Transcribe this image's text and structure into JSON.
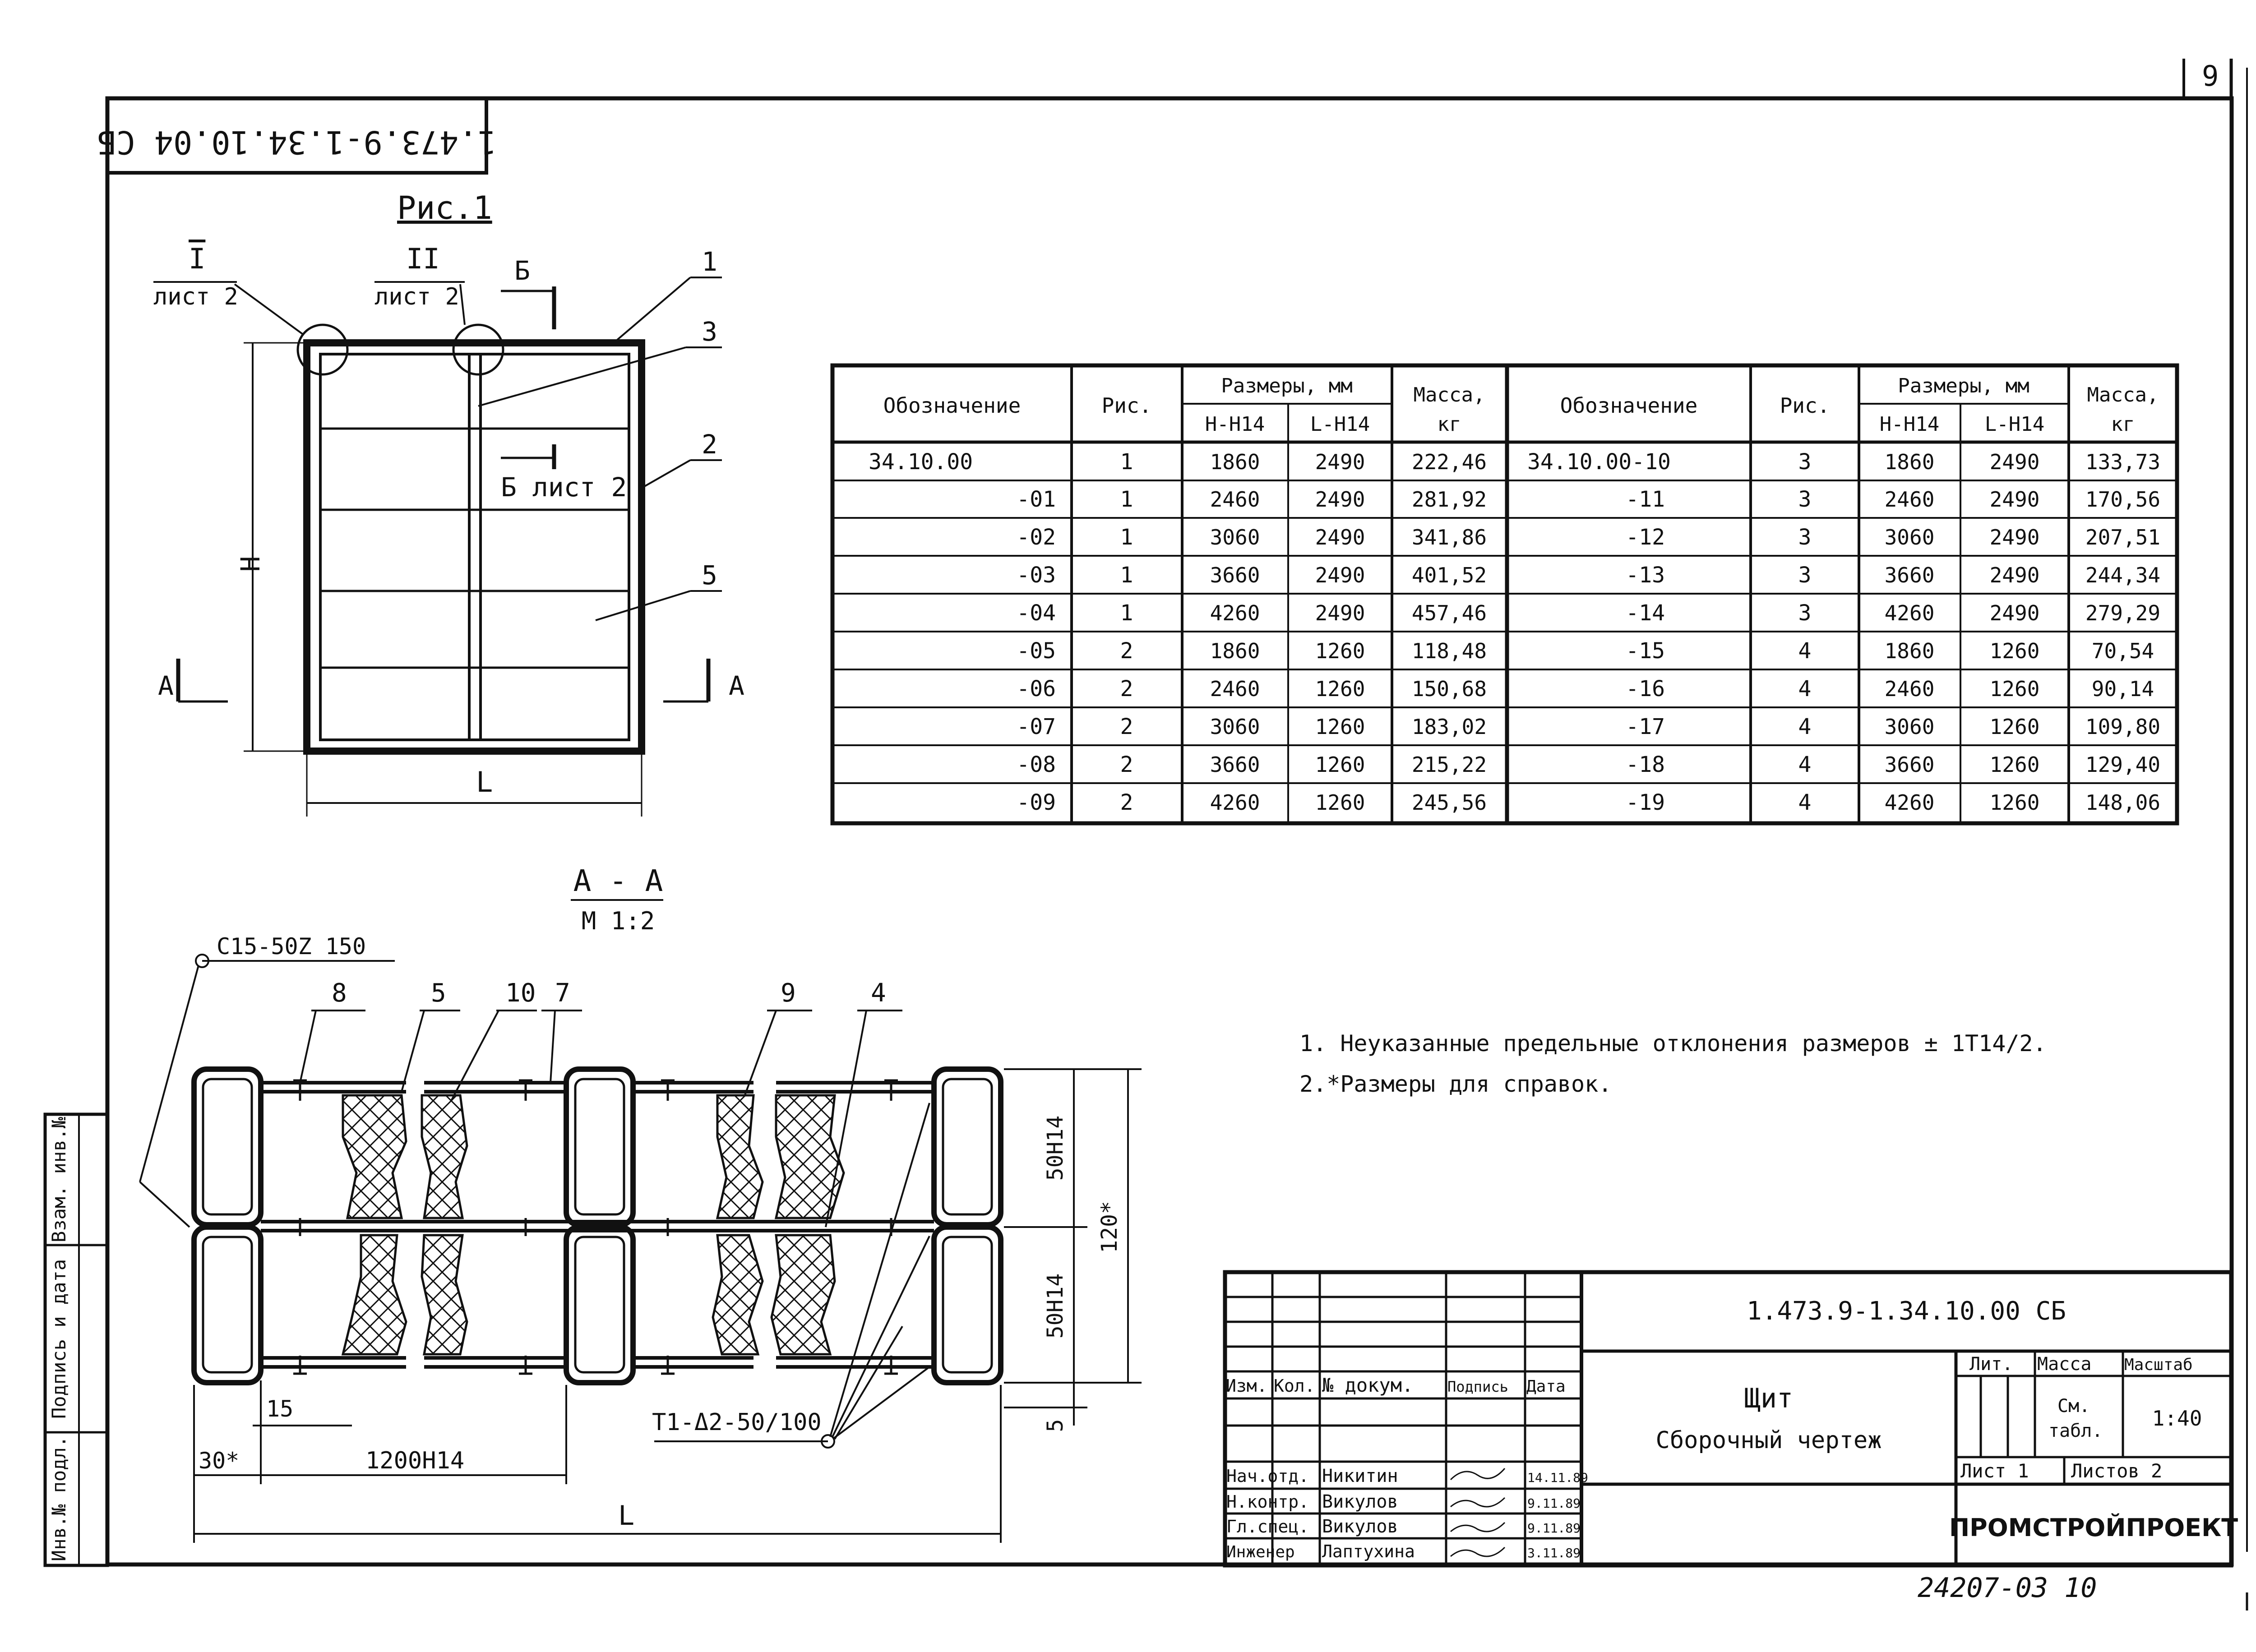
{
  "sheet_number": "9",
  "rotated_stamp": "1.473.9-1.34.10.04 СБ",
  "fig1": {
    "title": "Рис.1",
    "callout_1_roman": "I",
    "callout_1_sheet": "лист 2",
    "callout_2_roman": "II",
    "callout_2_sheet": "лист 2",
    "section_b_top": "Б",
    "section_b_label": "Б лист 2",
    "pos_1": "1",
    "pos_2": "2",
    "pos_3": "3",
    "pos_5": "5",
    "dim_h": "Н",
    "dim_l": "L",
    "section_a_left": "А",
    "section_a_right": "А"
  },
  "table": {
    "headers": {
      "designation": "Обозначение",
      "fig": "Рис.",
      "sizes": "Размеры, мм",
      "h": "Н-Н14",
      "l": "L-Н14",
      "mass": "Масса,",
      "mass_unit": "кг"
    },
    "left_rows": [
      {
        "d": "34.10.00",
        "fig": "1",
        "h": "1860",
        "l": "2490",
        "m": "222,46"
      },
      {
        "d": "-01",
        "fig": "1",
        "h": "2460",
        "l": "2490",
        "m": "281,92"
      },
      {
        "d": "-02",
        "fig": "1",
        "h": "3060",
        "l": "2490",
        "m": "341,86"
      },
      {
        "d": "-03",
        "fig": "1",
        "h": "3660",
        "l": "2490",
        "m": "401,52"
      },
      {
        "d": "-04",
        "fig": "1",
        "h": "4260",
        "l": "2490",
        "m": "457,46"
      },
      {
        "d": "-05",
        "fig": "2",
        "h": "1860",
        "l": "1260",
        "m": "118,48"
      },
      {
        "d": "-06",
        "fig": "2",
        "h": "2460",
        "l": "1260",
        "m": "150,68"
      },
      {
        "d": "-07",
        "fig": "2",
        "h": "3060",
        "l": "1260",
        "m": "183,02"
      },
      {
        "d": "-08",
        "fig": "2",
        "h": "3660",
        "l": "1260",
        "m": "215,22"
      },
      {
        "d": "-09",
        "fig": "2",
        "h": "4260",
        "l": "1260",
        "m": "245,56"
      }
    ],
    "right_rows": [
      {
        "d": "34.10.00-10",
        "fig": "3",
        "h": "1860",
        "l": "2490",
        "m": "133,73"
      },
      {
        "d": "-11",
        "fig": "3",
        "h": "2460",
        "l": "2490",
        "m": "170,56"
      },
      {
        "d": "-12",
        "fig": "3",
        "h": "3060",
        "l": "2490",
        "m": "207,51"
      },
      {
        "d": "-13",
        "fig": "3",
        "h": "3660",
        "l": "2490",
        "m": "244,34"
      },
      {
        "d": "-14",
        "fig": "3",
        "h": "4260",
        "l": "2490",
        "m": "279,29"
      },
      {
        "d": "-15",
        "fig": "4",
        "h": "1860",
        "l": "1260",
        "m": "70,54"
      },
      {
        "d": "-16",
        "fig": "4",
        "h": "2460",
        "l": "1260",
        "m": "90,14"
      },
      {
        "d": "-17",
        "fig": "4",
        "h": "3060",
        "l": "1260",
        "m": "109,80"
      },
      {
        "d": "-18",
        "fig": "4",
        "h": "3660",
        "l": "1260",
        "m": "129,40"
      },
      {
        "d": "-19",
        "fig": "4",
        "h": "4260",
        "l": "1260",
        "m": "148,06"
      }
    ]
  },
  "notes": [
    "1. Неуказанные предельные отклонения размеров ± 1Т14/2.",
    "2.*Размеры для справок."
  ],
  "section": {
    "title": "А - А",
    "scale": "М 1:2",
    "weld_top": "С15-50Z 150",
    "weld_bottom": "Т1-Δ2-50/100",
    "pos_labels": [
      "8",
      "5",
      "10",
      "7",
      "9",
      "4"
    ],
    "dim_50_top": "50Н14",
    "dim_50_bottom": "50Н14",
    "dim_120": "120*",
    "dim_5": "5",
    "dim_15": "15",
    "dim_30": "30*",
    "dim_1200": "1200Н14",
    "dim_l": "L"
  },
  "side_stamp": {
    "inv_orig": "Инв.№ подл.",
    "sign_date": "Подпись и дата",
    "vzam": "Взам. инв.№"
  },
  "title_block": {
    "doc_code": "1.473.9-1.34.10.00 СБ",
    "name_line1": "Щит",
    "name_line2": "Сборочный чертеж",
    "col_izm": "Изм.",
    "col_kol": "Кол.",
    "col_doc": "№ докум.",
    "col_sign": "Подпись",
    "col_date": "Дата",
    "roles": [
      {
        "role": "Нач.отд.",
        "name": "Никитин",
        "date": "14.11.89"
      },
      {
        "role": "Н.контр.",
        "name": "Викулов",
        "date": "9.11.89"
      },
      {
        "role": "Гл.спец.",
        "name": "Викулов",
        "date": "9.11.89"
      },
      {
        "role": "Инженер",
        "name": "Лаптухина",
        "date": "3.11.89"
      }
    ],
    "lit_label": "Лит.",
    "mass_label": "Масса",
    "scale_label": "Масштаб",
    "mass_value_1": "См.",
    "mass_value_2": "табл.",
    "scale_value": "1:40",
    "sheet_label": "Лист 1",
    "sheets_label": "Листов 2",
    "org": "ПРОМСТРОЙПРОЕКТ"
  },
  "archive_number": "24207-03  10"
}
